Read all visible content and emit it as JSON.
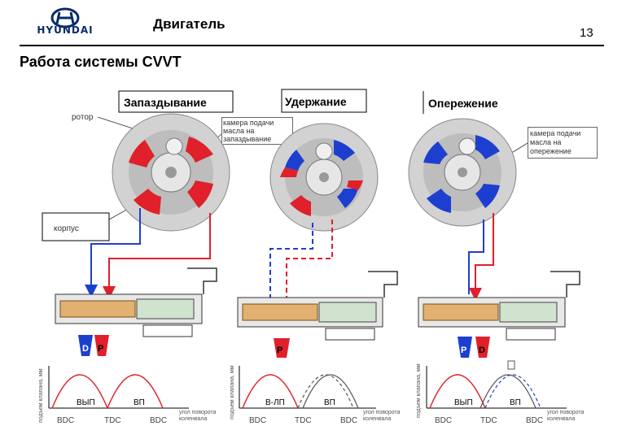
{
  "header": {
    "brand": "HYUNDAI",
    "title": "Двигатель",
    "page_number": "13"
  },
  "subtitle": "Работа системы CVVT",
  "colors": {
    "retard_red": "#e0202a",
    "advance_blue": "#1d3fd0",
    "rotor_gray": "#c9c9c9",
    "brand_blue": "#0a2b6a"
  },
  "panels": [
    {
      "mode": "Запаздывание",
      "callouts": [
        "ротор",
        "камера подачи масла на запаздывание",
        "корпус"
      ],
      "ports": [
        {
          "label": "D",
          "color": "advance_blue"
        },
        {
          "label": "P",
          "color": "retard_red"
        }
      ],
      "graph": {
        "ylabel": "подъем клапана, мм",
        "xlabel": "угол поворота коленвала",
        "ticks": [
          "BDC",
          "TDC",
          "BDC"
        ],
        "peaks": [
          "ВЫП",
          "ВП"
        ]
      }
    },
    {
      "mode": "Удержание",
      "callouts": [],
      "ports": [
        {
          "label": "P",
          "color": "retard_red"
        }
      ],
      "graph": {
        "ylabel": "подъем клапана, мм",
        "xlabel": "угол поворота коленвала",
        "ticks": [
          "BDC",
          "TDC",
          "BDC"
        ],
        "peaks": [
          "В-ЛП",
          "ВП"
        ]
      }
    },
    {
      "mode": "Опережение",
      "callouts": [
        "камера подачи масла на опережение"
      ],
      "ports": [
        {
          "label": "P",
          "color": "advance_blue"
        },
        {
          "label": "D",
          "color": "retard_red"
        }
      ],
      "graph": {
        "ylabel": "подъем клапана, мм",
        "xlabel": "угол поворота коленвала",
        "ticks": [
          "BDC",
          "TDC",
          "BDC"
        ],
        "peaks": [
          "ВЫП",
          "ВП"
        ]
      }
    }
  ]
}
